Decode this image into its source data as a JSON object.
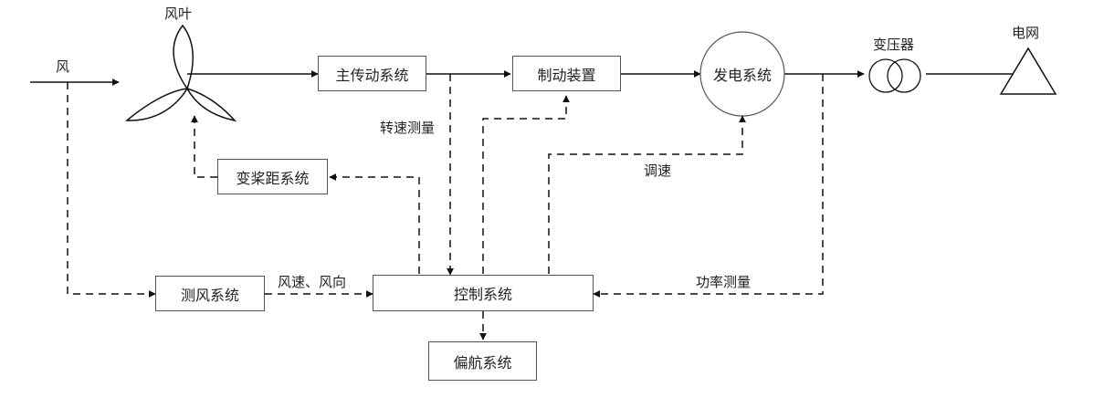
{
  "labels": {
    "wind": "风",
    "blades": "风叶",
    "transformer": "变压器",
    "grid": "电网",
    "speed_measure": "转速测量",
    "speed_regulation": "调速",
    "wind_speed_direction": "风速、风向",
    "power_measure": "功率测量"
  },
  "boxes": {
    "main_drive": "主传动系统",
    "brake": "制动装置",
    "generator": "发电系统",
    "pitch": "变桨距系统",
    "anemometer": "测风系统",
    "control": "控制系统",
    "yaw": "偏航系统"
  },
  "colors": {
    "line": "#111111",
    "border": "#555555",
    "background": "#ffffff"
  }
}
